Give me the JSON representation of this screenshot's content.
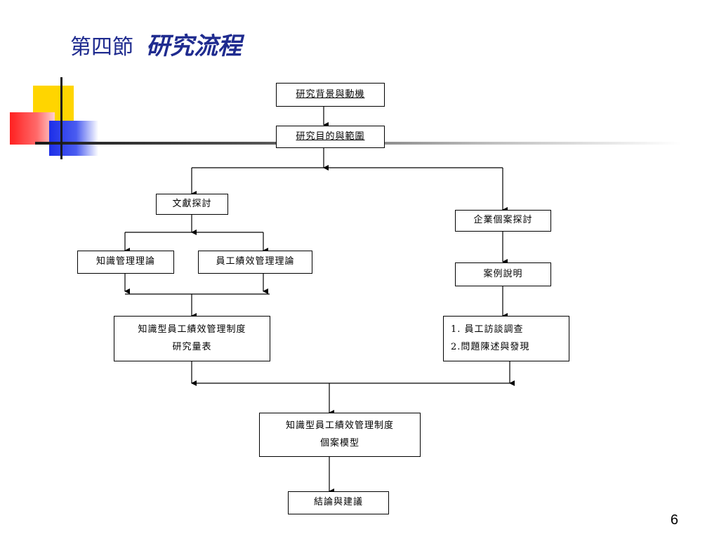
{
  "slide": {
    "title_part1": "第四節",
    "title_part2": "研究流程",
    "page_number": "6"
  },
  "flowchart": {
    "background": "研究背景與動機",
    "purpose": "研究目的與範圍",
    "literature": "文獻探討",
    "km_theory": "知識管理理論",
    "perf_theory": "員工績效管理理論",
    "scale_line1": "知識型員工績效管理制度",
    "scale_line2": "研究量表",
    "case_review": "企業個案探討",
    "case_desc": "案例說明",
    "survey_line1": "1. 員工訪談調查",
    "survey_line2": "2.問題陳述與發現",
    "model_line1": "知識型員工績效管理制度",
    "model_line2": "個案模型",
    "conclusion": "結論與建議"
  }
}
